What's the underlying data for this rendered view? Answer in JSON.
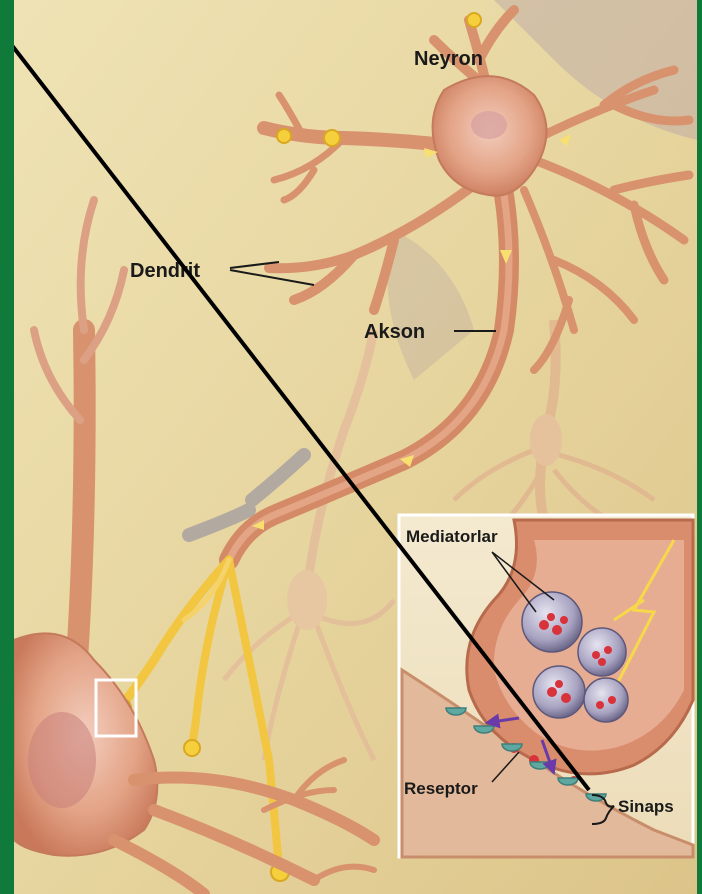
{
  "labels": {
    "neuron": "Neyron",
    "dendrite": "Dendrit",
    "axon": "Akson",
    "mediators": "Mediatorlar",
    "receptor": "Reseptor",
    "synapse": "Sinaps"
  },
  "colors": {
    "frame": "#0f7a3a",
    "background": "#eadba8",
    "neuron": "#d9926e",
    "signal": "#f2c640",
    "inset_border": "#ffffff"
  }
}
